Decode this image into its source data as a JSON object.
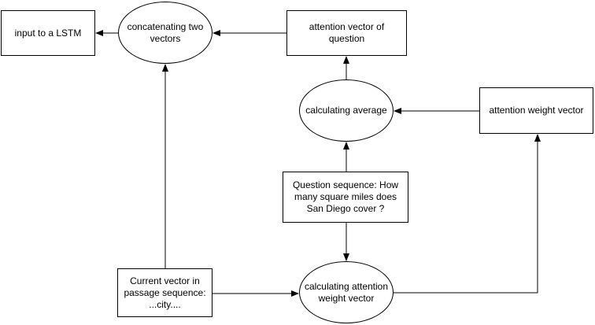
{
  "diagram": {
    "nodes": {
      "input_lstm": "input to a LSTM",
      "concat": "concatenating two vectors",
      "attn_question": "attention vector of question",
      "calc_average": "calculating average",
      "attn_weight": "attention weight vector",
      "question_seq": "Question sequence: How many square miles does San Diego cover ?",
      "current_vector": "Current vector in passage sequence: ...city....",
      "calc_attn_weight": "calculating attention weight vector"
    },
    "edges": [
      {
        "from": "concatenating two vectors",
        "to": "input to a LSTM"
      },
      {
        "from": "attention vector of question",
        "to": "concatenating two vectors"
      },
      {
        "from": "calculating average",
        "to": "attention vector of question"
      },
      {
        "from": "attention weight vector",
        "to": "calculating average"
      },
      {
        "from": "Question sequence",
        "to": "calculating average"
      },
      {
        "from": "Question sequence",
        "to": "calculating attention weight vector"
      },
      {
        "from": "Current vector in passage sequence",
        "to": "concatenating two vectors"
      },
      {
        "from": "Current vector in passage sequence",
        "to": "calculating attention weight vector"
      },
      {
        "from": "calculating attention weight vector",
        "to": "attention weight vector"
      }
    ]
  }
}
